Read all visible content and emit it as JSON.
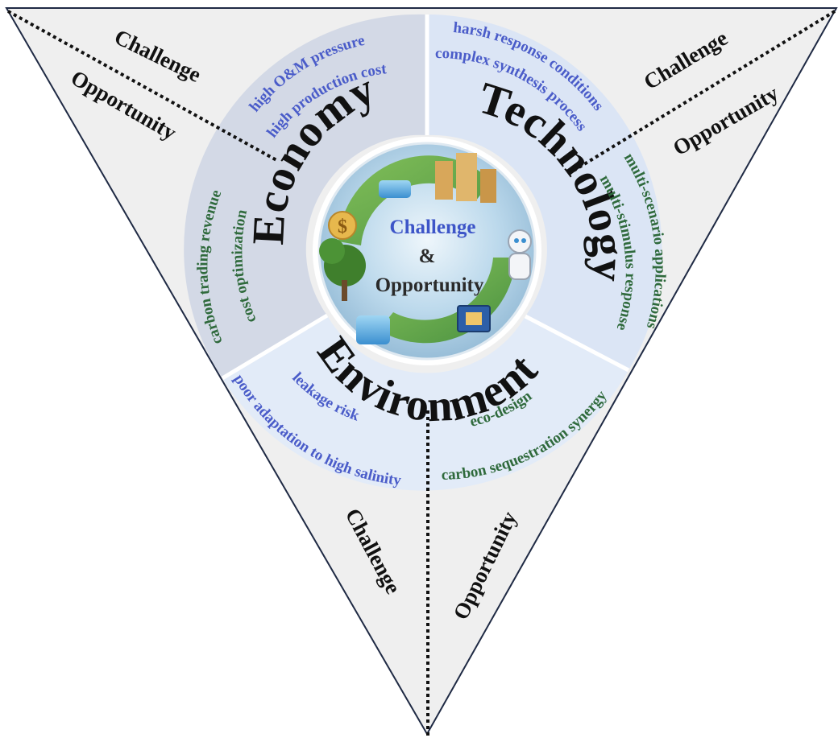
{
  "center": {
    "line1": "Challenge",
    "line2": "&",
    "line3": "Opportunity"
  },
  "dimensions": {
    "economy": "Economy",
    "technology": "Technology",
    "environment": "Environment"
  },
  "corner_labels": {
    "top_left_challenge": "Challenge",
    "top_left_opportunity": "Opportunity",
    "top_right_challenge": "Challenge",
    "top_right_opportunity": "Opportunity",
    "bottom_challenge": "Challenge",
    "bottom_opportunity": "Opportunity"
  },
  "economy": {
    "challenges": [
      "high O&M pressure",
      "high production cost"
    ],
    "opportunities": [
      "carbon trading revenue",
      "cost optimization"
    ]
  },
  "technology": {
    "challenges": [
      "harsh response conditions",
      "complex synthesis process"
    ],
    "opportunities": [
      "multi-scenario applications",
      "multi-stimulus response"
    ]
  },
  "environment": {
    "challenges": [
      "leakage risk",
      "poor adaptation to high salinity"
    ],
    "opportunities": [
      "eco-design",
      "carbon sequestration synergy"
    ]
  },
  "colors": {
    "triangle_fill": "#efefef",
    "economy_sector": "#d3d9e6",
    "technology_sector": "#dbe5f5",
    "environment_sector": "#e2ebf8",
    "challenge_text": "#4a5cc9",
    "opportunity_text": "#2f6a3c"
  }
}
